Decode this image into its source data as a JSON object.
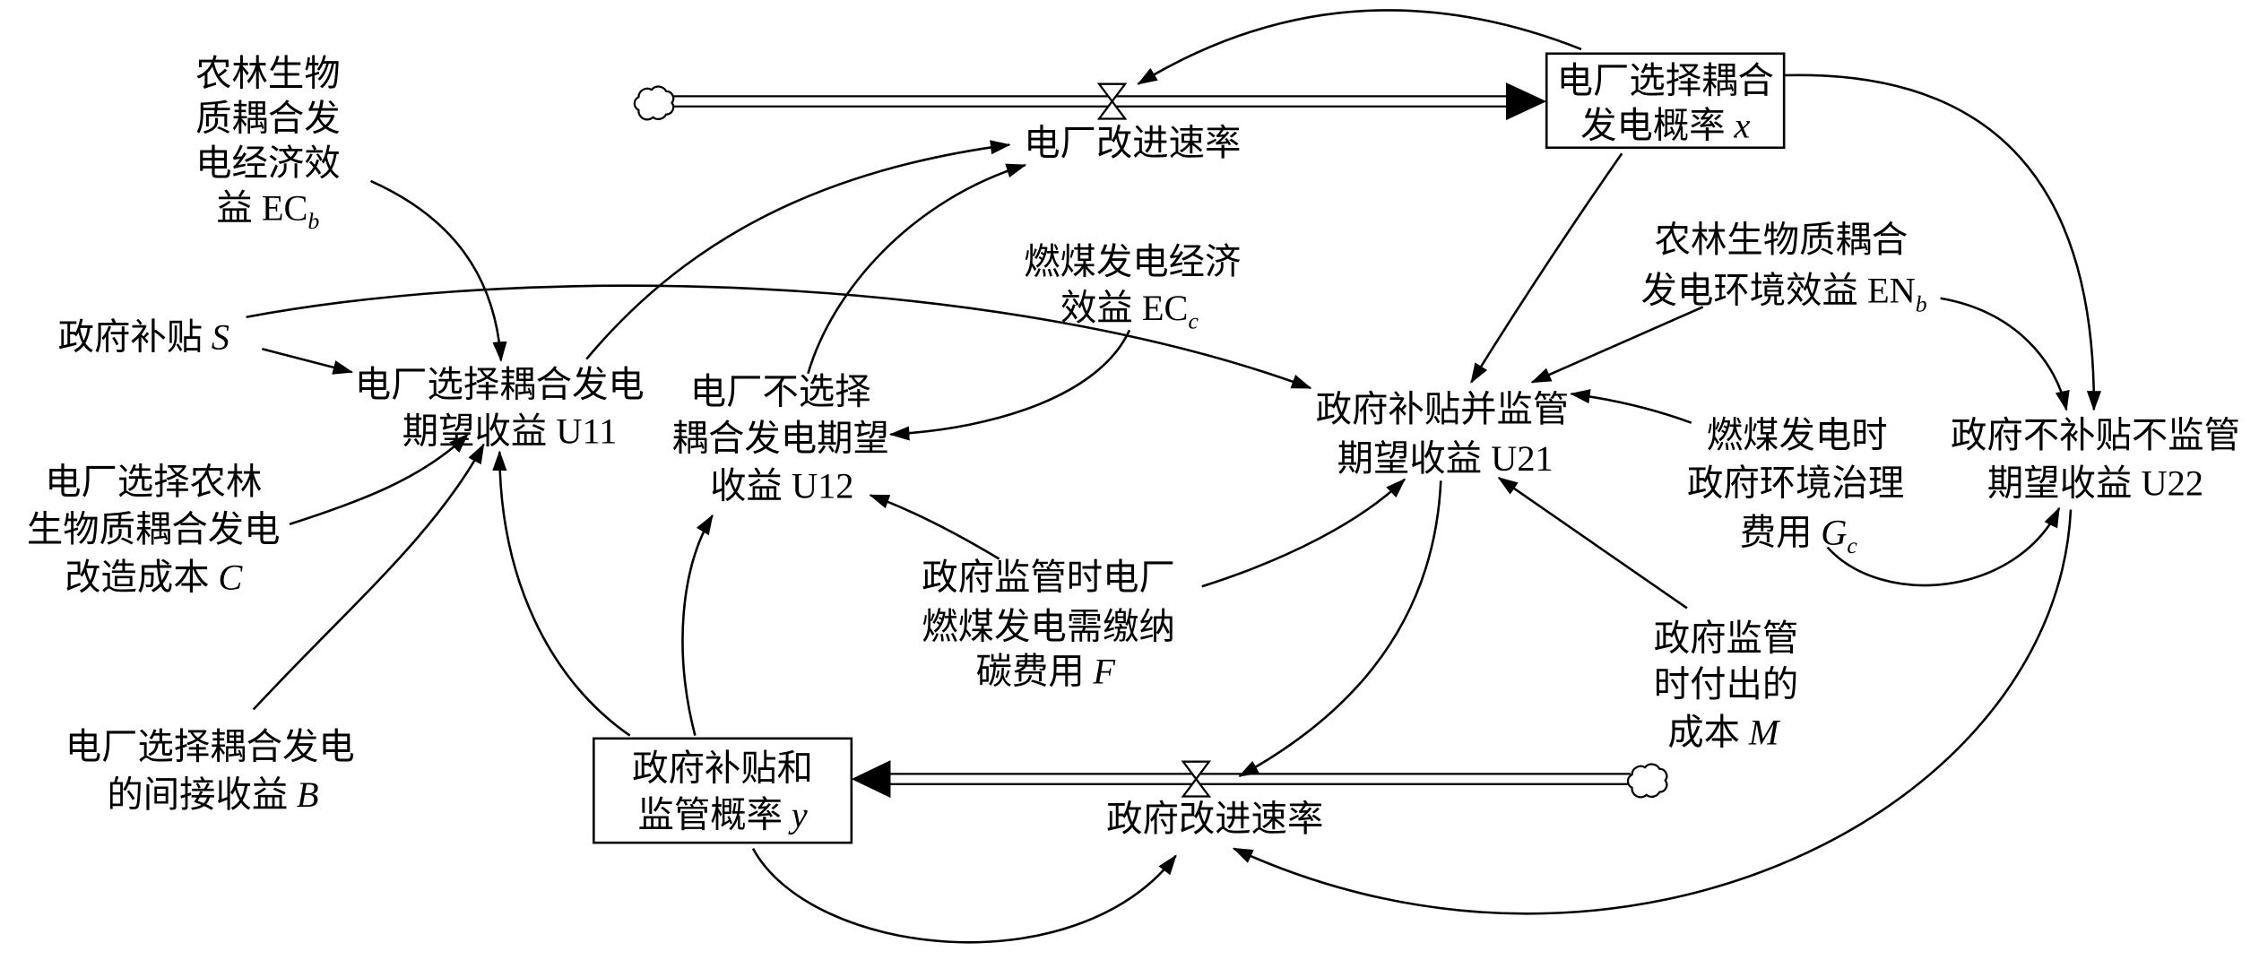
{
  "diagram": {
    "stock_x": {
      "line1": "电厂选择耦合",
      "line2": "发电概率",
      "sym": "x"
    },
    "stock_y": {
      "line1": "政府补贴和",
      "line2": "监管概率",
      "sym": "y"
    },
    "flow_plant": {
      "label": "电厂改进速率"
    },
    "flow_gov": {
      "label": "政府改进速率"
    },
    "ec_b": {
      "line1": "农林生物",
      "line2": "质耦合发",
      "line3": "电经济效",
      "line4": "益 EC",
      "sub": "b"
    },
    "subsidy_s": {
      "label": "政府补贴",
      "sym": "S"
    },
    "u11": {
      "line1": "电厂选择耦合发电",
      "line2": "期望收益 U11"
    },
    "cost_c": {
      "line1": "电厂选择农林",
      "line2": "生物质耦合发电",
      "line3": "改造成本",
      "sym": "C"
    },
    "benefit_b": {
      "line1": "电厂选择耦合发电",
      "line2": "的间接收益",
      "sym": "B"
    },
    "ec_c": {
      "line1": "燃煤发电经济",
      "line2": "效益 EC",
      "sub": "c"
    },
    "u12": {
      "line1": "电厂不选择",
      "line2": "耦合发电期望",
      "line3": "收益 U12"
    },
    "u21": {
      "line1": "政府补贴并监管",
      "line2": "期望收益 U21"
    },
    "en_b": {
      "line1": "农林生物质耦合",
      "line2": "发电环境效益 EN",
      "sub": "b"
    },
    "u22": {
      "line1": "政府不补贴不监管",
      "line2": "期望收益 U22"
    },
    "g_c": {
      "line1": "燃煤发电时",
      "line2": "政府环境治理",
      "line3": "费用",
      "sym": "G",
      "sub": "c"
    },
    "fee_f": {
      "line1": "政府监管时电厂",
      "line2": "燃煤发电需缴纳",
      "line3": "碳费用",
      "sym": "F"
    },
    "cost_m": {
      "line1": "政府监管",
      "line2": "时付出的",
      "line3": "成本",
      "sym": "M"
    }
  },
  "icons": {
    "source_sink": "cloud-icon",
    "flow_valve": "valve-icon"
  },
  "colors": {
    "ink": "#000000",
    "background": "#ffffff"
  }
}
